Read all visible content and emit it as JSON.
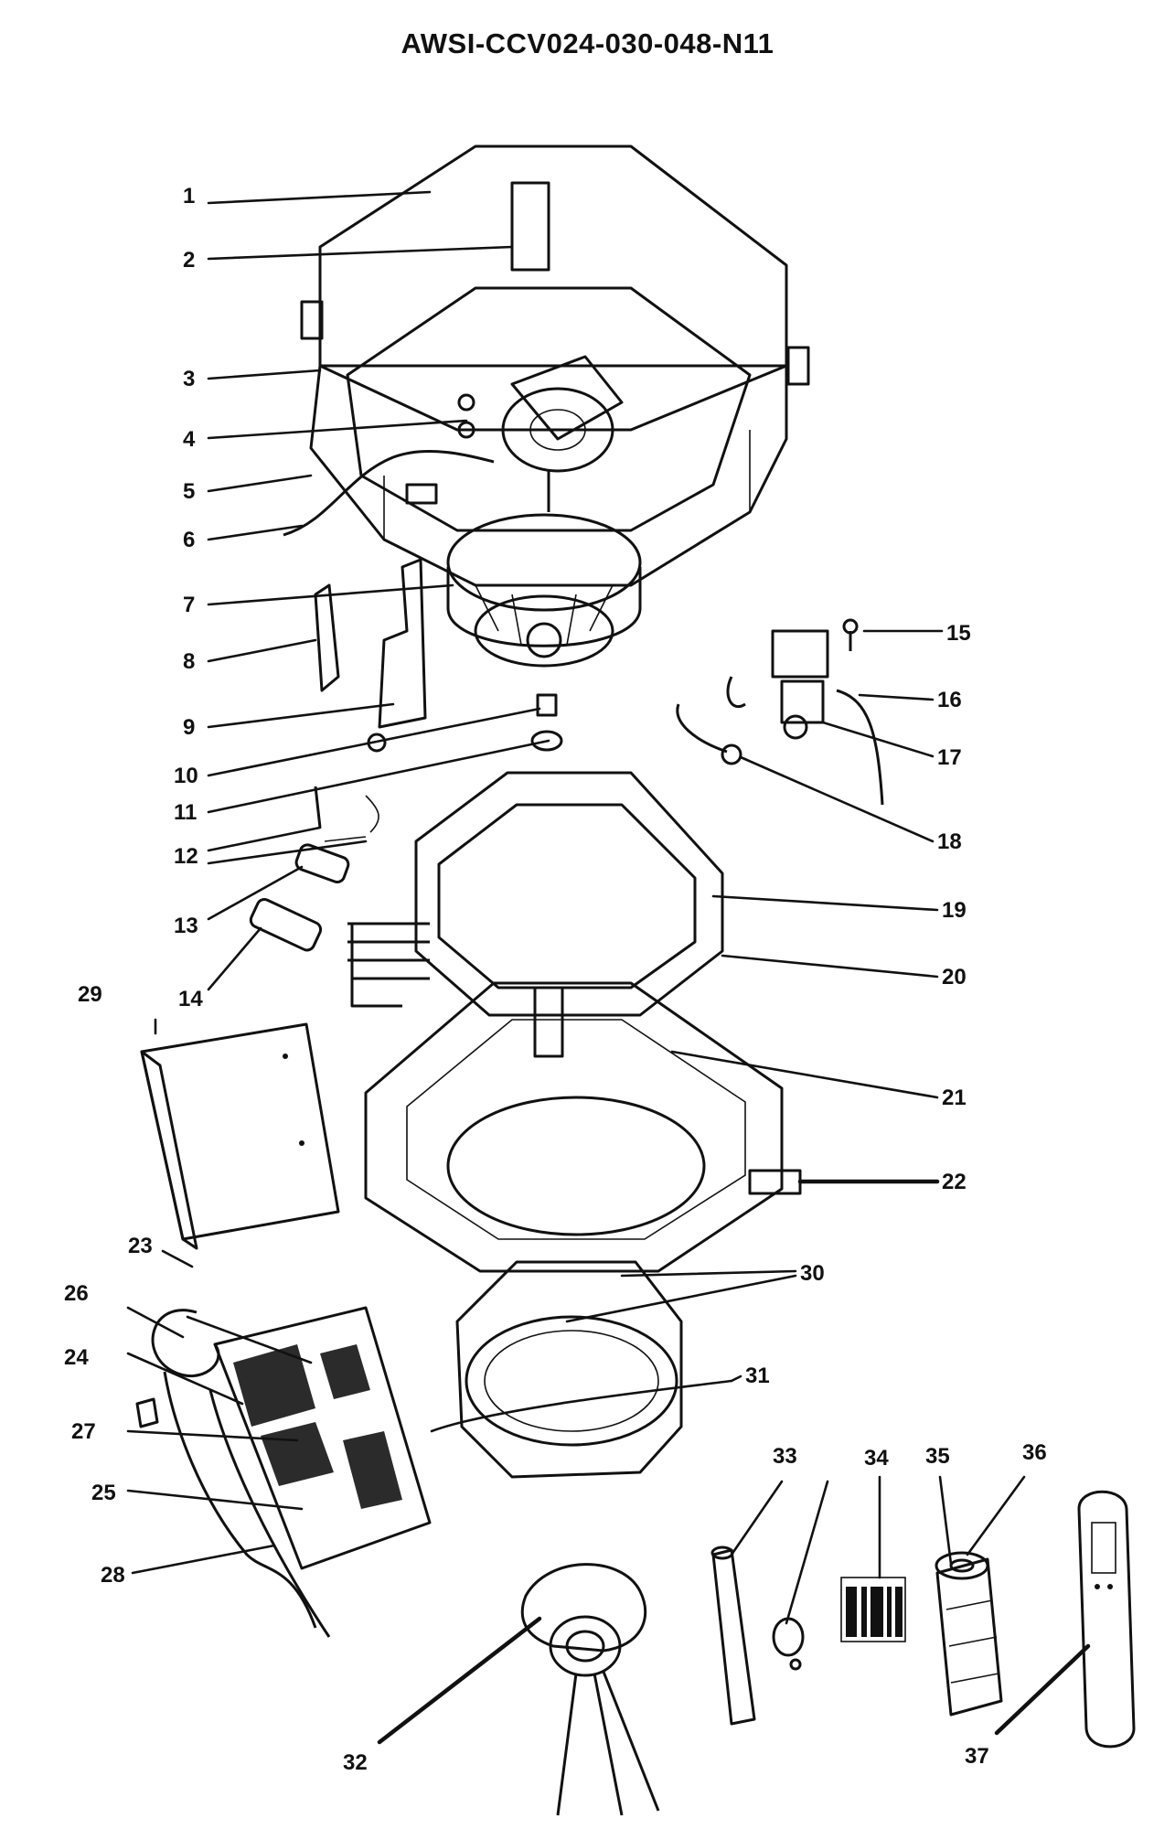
{
  "title": "AWSI-CCV024-030-048-N11",
  "callouts": [
    "1",
    "2",
    "3",
    "4",
    "5",
    "6",
    "7",
    "8",
    "9",
    "10",
    "11",
    "12",
    "13",
    "14",
    "15",
    "16",
    "17",
    "18",
    "19",
    "20",
    "21",
    "22",
    "23",
    "24",
    "25",
    "26",
    "27",
    "28",
    "29",
    "30",
    "31",
    "32",
    "33",
    "34",
    "35",
    "36",
    "37"
  ],
  "colors": {
    "ink": "#111111",
    "background": "#ffffff",
    "insulation_fill": "#e6e6e6"
  }
}
